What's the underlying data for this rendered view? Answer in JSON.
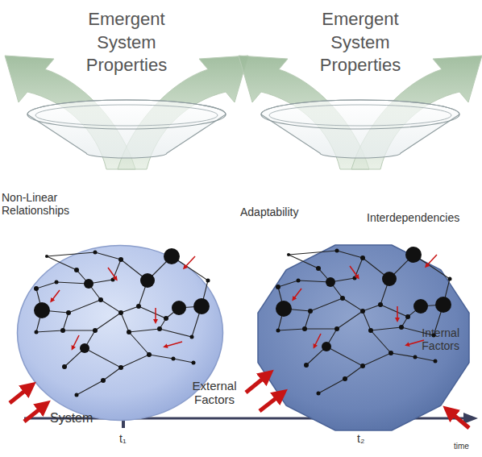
{
  "diagram": {
    "nodes": [
      {
        "text": [
          "Non-Linear Relationships"
        ]
      },
      {
        "text": [
          "Adaptability",
          "Interdependencies",
          "Internal Factors"
        ]
      }
    ],
    "labels": [
      "Emergent System Properties",
      "Emergent System Properties",
      "System",
      "External Factors",
      "t₁",
      "t₂",
      "time"
    ]
  }
}
